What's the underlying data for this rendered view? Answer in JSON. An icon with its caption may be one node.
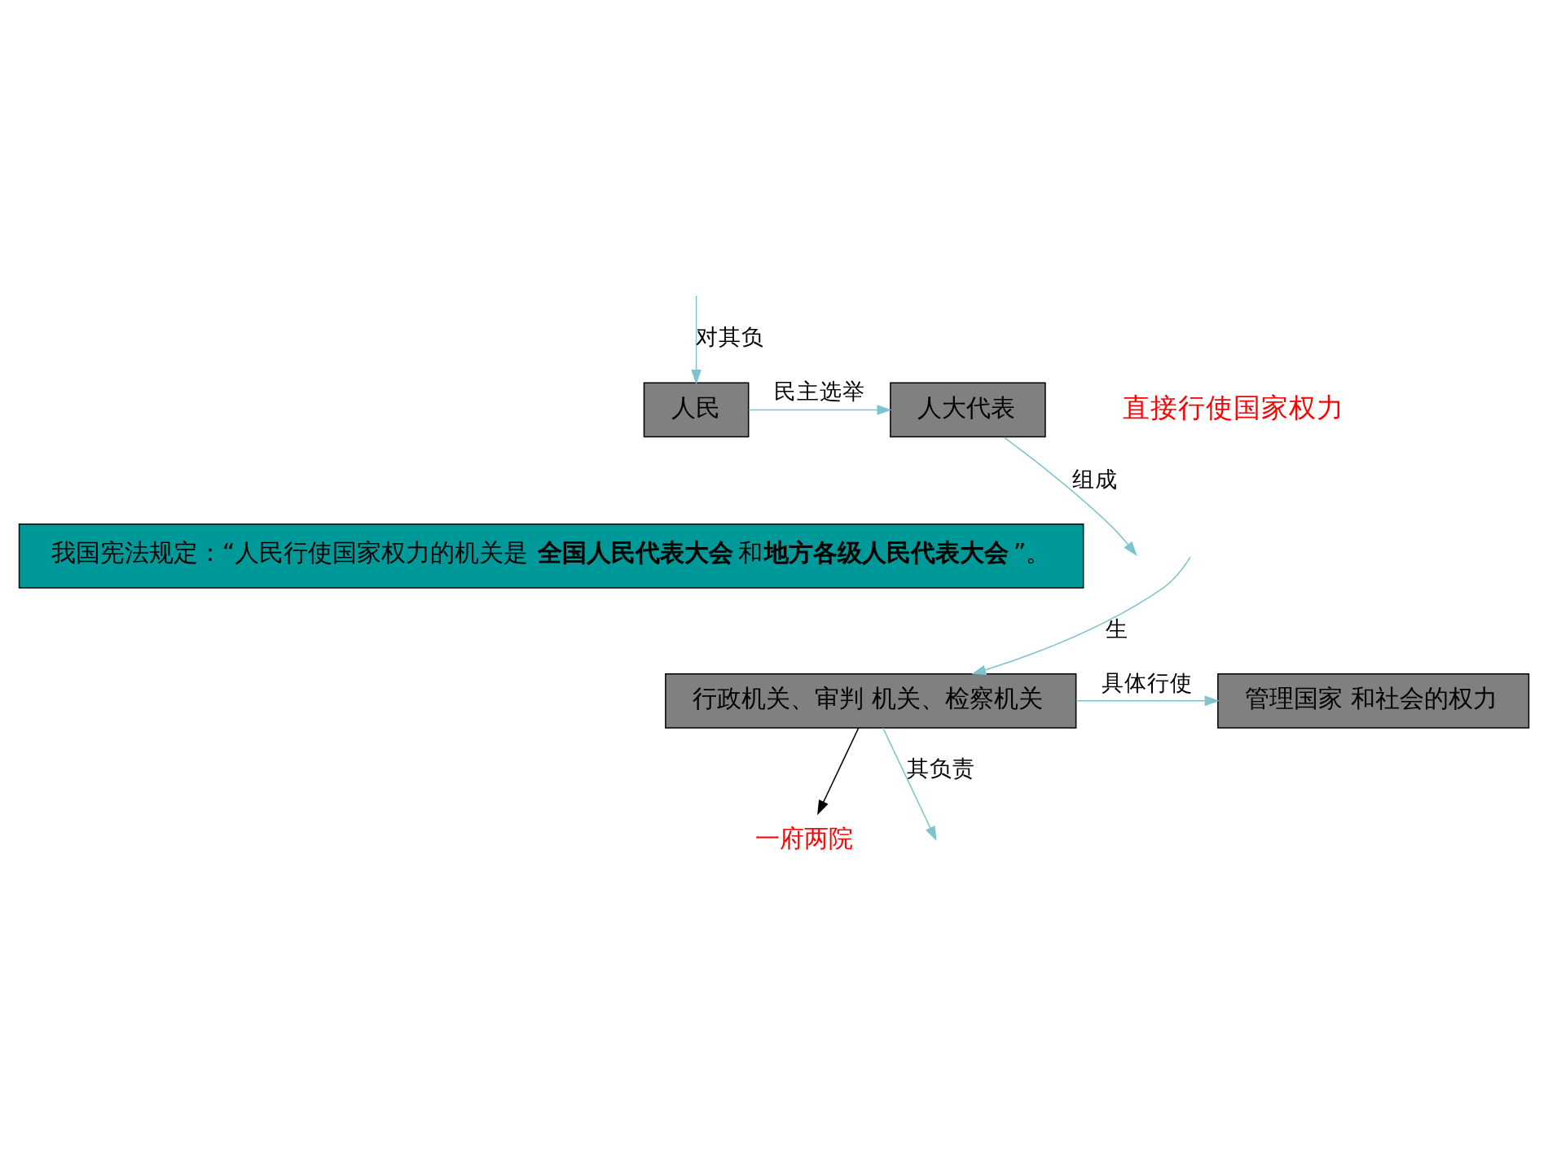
{
  "diagram": {
    "nodes": [
      {
        "text": [
          "人民"
        ]
      },
      {
        "text": [
          "人大代表"
        ]
      },
      {
        "text": [
          "我国宪法规定：“人民行使国家权力的机关是**全国人民代表大会**和**地方各级人民代表大会**”。"
        ]
      },
      {
        "text": [
          "一府两院"
        ]
      },
      {
        "text": [
          "管理国家 和社会的权力"
        ]
      },
      {
        "text": [
          "行政机关、审判 机关、检察机关"
        ]
      }
    ],
    "edges": [
      {
        "from": 0,
        "to": 1,
        "arrow": "to",
        "label": "民主选举"
      },
      {
        "from": null,
        "to": 0,
        "arrow": "to",
        "label": "对其负"
      },
      {
        "from": 1,
        "to": null,
        "arrow": "to",
        "label": "组成"
      },
      {
        "from": null,
        "to": 5,
        "arrow": "to",
        "label": "生"
      },
      {
        "from": 5,
        "to": null,
        "arrow": "to",
        "label": "其负责"
      },
      {
        "from": 5,
        "to": 3,
        "arrow": "to",
        "color": "#000000"
      },
      {
        "from": 5,
        "to": 4,
        "arrow": "to",
        "label": "具体行使"
      }
    ],
    "labels": [
      "直接行使国家权力"
    ]
  }
}
